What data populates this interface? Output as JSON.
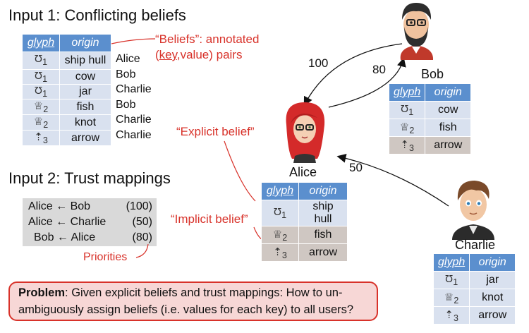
{
  "input1": {
    "title": "Input 1: Conflicting beliefs",
    "headers": [
      "glyph",
      "origin"
    ],
    "rows": [
      {
        "glyph": "Ʊ",
        "sub": "1",
        "origin": "ship hull",
        "owner": "Alice"
      },
      {
        "glyph": "Ʊ",
        "sub": "1",
        "origin": "cow",
        "owner": "Bob"
      },
      {
        "glyph": "Ʊ",
        "sub": "1",
        "origin": "jar",
        "owner": "Charlie"
      },
      {
        "glyph": "♕",
        "sub": "2",
        "origin": "fish",
        "owner": "Bob"
      },
      {
        "glyph": "♕",
        "sub": "2",
        "origin": "knot",
        "owner": "Charlie"
      },
      {
        "glyph": "⇡",
        "sub": "3",
        "origin": "arrow",
        "owner": "Charlie"
      }
    ],
    "annotation_line1": "“Beliefs”: annotated",
    "annotation_key": "key",
    "annotation_rest": ",value) pairs",
    "annotation_open": "("
  },
  "input2": {
    "title": "Input 2: Trust mappings",
    "mappings": [
      {
        "text": "Alice ← Bob",
        "priority": "(100)"
      },
      {
        "text": "Alice ← Charlie",
        "priority": "(50)"
      },
      {
        "text": "Bob ← Alice",
        "priority": "(80)"
      }
    ],
    "priorities_label": "Priorities"
  },
  "labels": {
    "explicit": "“Explicit belief”",
    "implicit": "“Implicit belief”"
  },
  "users": {
    "alice": {
      "name": "Alice",
      "rows": [
        {
          "glyph": "Ʊ",
          "sub": "1",
          "origin": "ship hull"
        },
        {
          "glyph": "♕",
          "sub": "2",
          "origin": "fish"
        },
        {
          "glyph": "⇡",
          "sub": "3",
          "origin": "arrow"
        }
      ]
    },
    "bob": {
      "name": "Bob",
      "rows": [
        {
          "glyph": "Ʊ",
          "sub": "1",
          "origin": "cow"
        },
        {
          "glyph": "♕",
          "sub": "2",
          "origin": "fish"
        },
        {
          "glyph": "⇡",
          "sub": "3",
          "origin": "arrow"
        }
      ]
    },
    "charlie": {
      "name": "Charlie",
      "rows": [
        {
          "glyph": "Ʊ",
          "sub": "1",
          "origin": "jar"
        },
        {
          "glyph": "♕",
          "sub": "2",
          "origin": "knot"
        },
        {
          "glyph": "⇡",
          "sub": "3",
          "origin": "arrow"
        }
      ]
    }
  },
  "edges": {
    "bob_to_alice": "100",
    "alice_to_bob": "80",
    "charlie_to_alice": "50"
  },
  "problem": {
    "label": "Problem",
    "text": ": Given explicit beliefs and trust mappings: How to un-ambiguously assign beliefs (i.e. values for each key) to all users?"
  },
  "colors": {
    "header_blue": "#5b8fce",
    "row_light": "#d9e1ef",
    "row_gray": "#cfc7c2",
    "accent_red": "#d8322a"
  }
}
